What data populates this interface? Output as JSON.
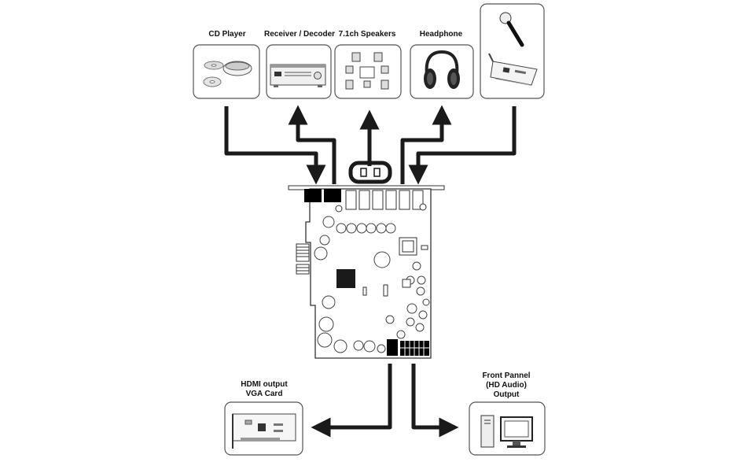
{
  "devices": {
    "cd_player": {
      "label": "CD Player"
    },
    "receiver_decoder": {
      "label": "Receiver / Decoder"
    },
    "speakers": {
      "label": "7.1ch Speakers"
    },
    "headphone": {
      "label": "Headphone"
    },
    "microphone": {
      "label": ""
    },
    "hdmi_output": {
      "label_lines": [
        "HDMI output",
        "VGA Card"
      ]
    },
    "front_panel": {
      "label_lines": [
        "Front Pannel",
        "(HD Audio)",
        "Output"
      ]
    }
  },
  "colors": {
    "arrow": "#1a1a1a",
    "box_border": "#555555",
    "board_fill": "#ffffff",
    "connector_black": "#000000",
    "chip_dark": "#1a1a1a"
  }
}
